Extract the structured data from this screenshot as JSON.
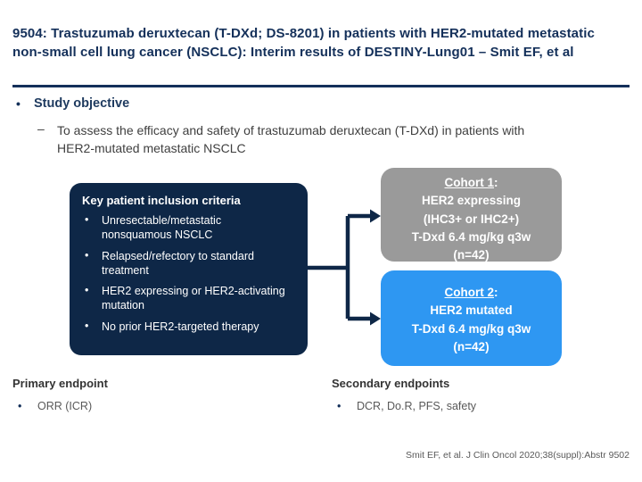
{
  "glyphs": {
    "bullet": "•",
    "dash": "–"
  },
  "colors": {
    "navy": "#14305A",
    "criteria_box_bg": "#0E2747",
    "cohort1_bg": "#9A9A9A",
    "cohort2_bg": "#2E97F2"
  },
  "slide": {
    "title": "9504: Trastuzumab deruxtecan (T-DXd; DS-8201) in patients with HER2-mutated metastatic non-small cell lung cancer (NSCLC): Interim results of DESTINY-Lung01 – Smit EF, et al",
    "objective": {
      "heading": "Study objective",
      "text": "To assess the efficacy and safety of trastuzumab deruxtecan (T-DXd) in patients with HER2-mutated metastatic NSCLC"
    },
    "criteria": {
      "heading": "Key patient inclusion criteria",
      "items": [
        "Unresectable/metastatic nonsquamous NSCLC",
        "Relapsed/refectory to standard treatment",
        "HER2 expressing or HER2-activating mutation",
        "No prior HER2-targeted therapy"
      ]
    },
    "cohorts": [
      {
        "label": "Cohort 1",
        "colon": ":",
        "lines": [
          "HER2 expressing",
          "(IHC3+ or IHC2+)",
          "T-Dxd 6.4 mg/kg q3w",
          "(n=42)"
        ]
      },
      {
        "label": "Cohort 2",
        "colon": ":",
        "lines": [
          "HER2 mutated",
          "T-Dxd 6.4 mg/kg q3w",
          "(n=42)"
        ]
      }
    ],
    "endpoints": {
      "primary_heading": "Primary endpoint",
      "primary_item": "ORR (ICR)",
      "secondary_heading": "Secondary endpoints",
      "secondary_item": "DCR, Do.R, PFS, safety"
    },
    "citation": "Smit EF, et al. J Clin Oncol 2020;38(suppl):Abstr 9502"
  }
}
